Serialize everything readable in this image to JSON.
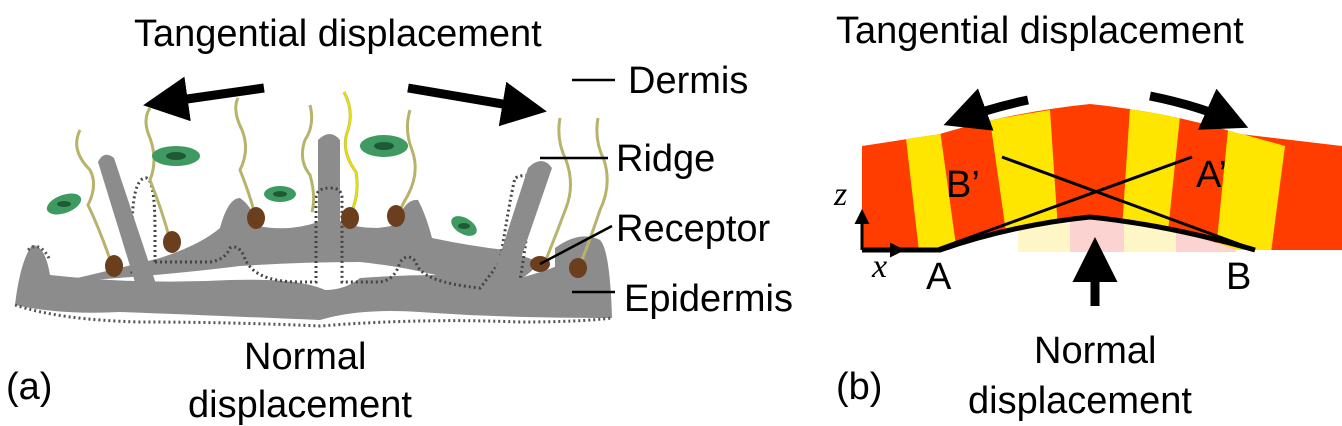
{
  "panel_a": {
    "top_label": "Tangential displacement",
    "bottom_label_line1": "Normal",
    "bottom_label_line2": "displacement",
    "panel_tag": "(a)",
    "layers": [
      "Dermis",
      "Ridge",
      "Receptor",
      "Epidermis"
    ]
  },
  "panel_b": {
    "top_label": "Tangential displacement",
    "bottom_label_line1": "Normal",
    "bottom_label_line2": "displacement",
    "panel_tag": "(b)",
    "points": {
      "a": "A",
      "b": "B",
      "a_prime": "A’",
      "b_prime": "B’"
    },
    "axis_z": "z",
    "axis_x": "x"
  },
  "colors": {
    "tissue_gray": "#8c8c8c",
    "nerve": "#b8b36a",
    "receptor": "#6b3f1d",
    "cell_green": "#3f9a62",
    "stripe_red": "#ff3d00",
    "stripe_yellow": "#ffe600",
    "pale_pink": "#fbd3d0",
    "pale_yellow": "#fff6c8"
  }
}
